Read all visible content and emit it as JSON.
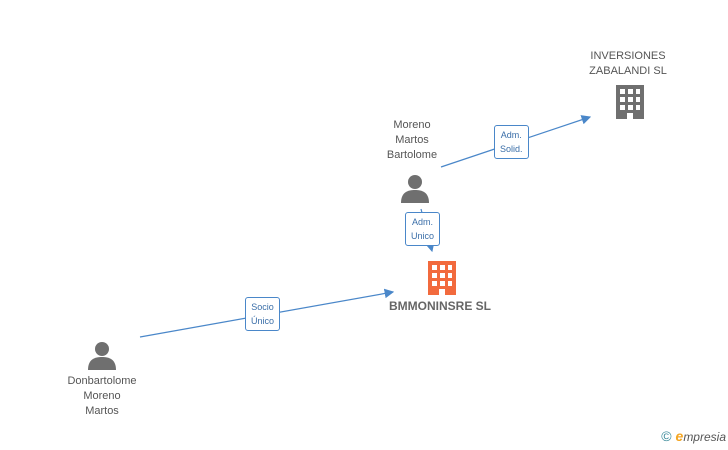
{
  "nodes": {
    "inversiones": {
      "label": "INVERSIONES\nZABALANDI SL",
      "icon": "building-icon",
      "color": "#6f6f6f"
    },
    "moreno": {
      "label": "Moreno\nMartos\nBartolome",
      "icon": "person-icon",
      "color": "#6f6f6f"
    },
    "bmmoninsre": {
      "label": "BMMONINSRE SL",
      "icon": "building-icon",
      "color": "#f26a3d"
    },
    "donbartolome": {
      "label": "Donbartolome\nMoreno\nMartos",
      "icon": "person-icon",
      "color": "#6f6f6f"
    }
  },
  "edges": {
    "e1": {
      "label": "Adm.\nSolid."
    },
    "e2": {
      "label": "Adm.\nUnico"
    },
    "e3": {
      "label": "Socio\nÚnico"
    }
  },
  "colors": {
    "edge": "#4a87c9",
    "accent_company": "#f26a3d",
    "neutral": "#6f6f6f"
  },
  "footer": {
    "copyright": "©",
    "brand_initial": "e",
    "brand_rest": "mpresia"
  }
}
